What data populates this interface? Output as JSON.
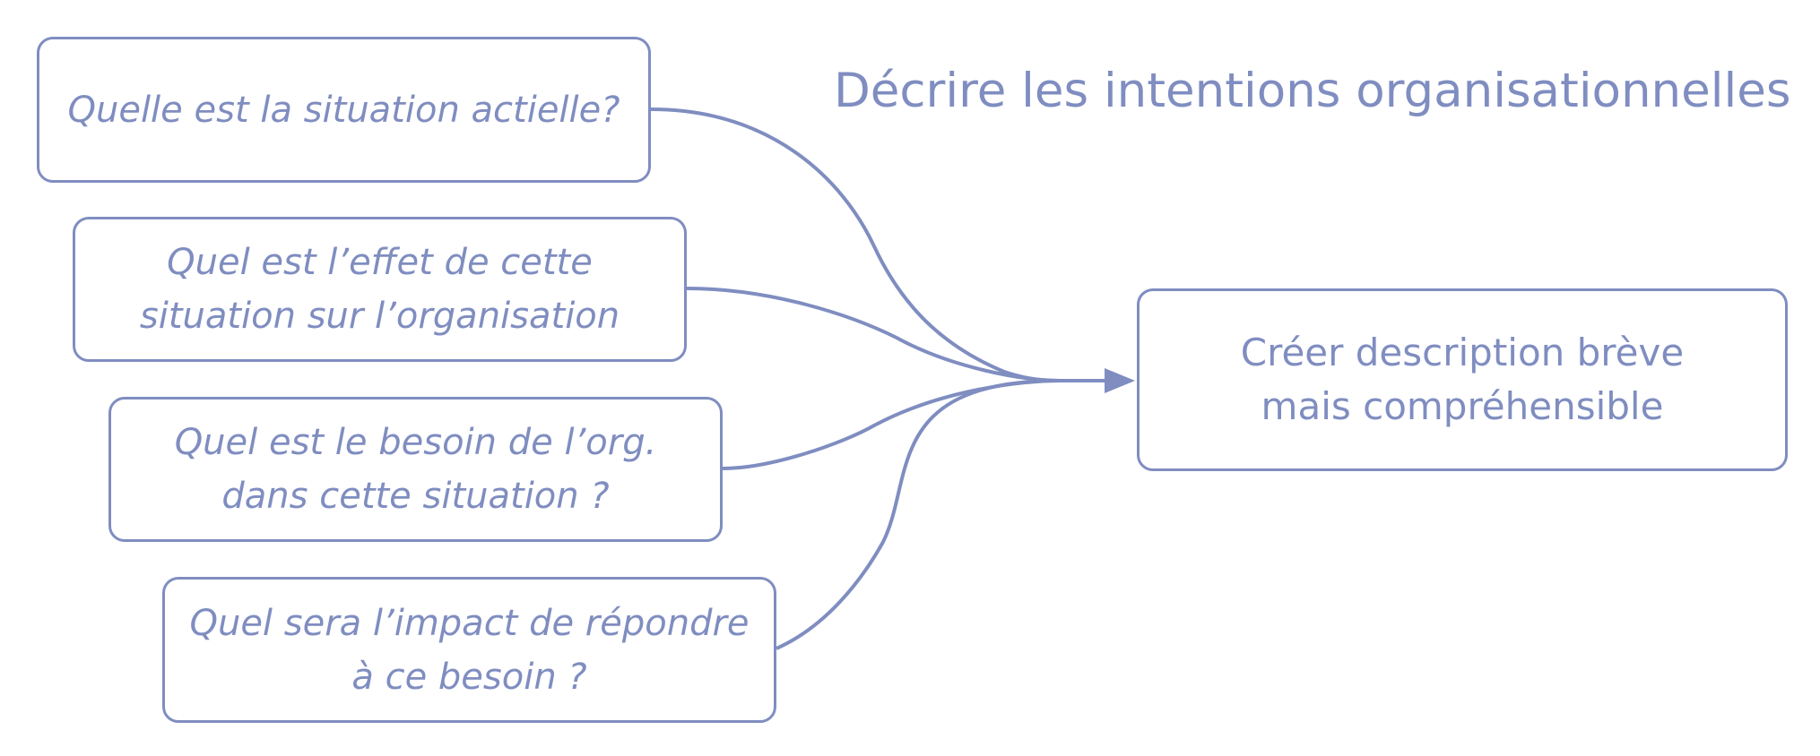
{
  "title": "Décrire les intentions organisationnelles",
  "questions": [
    {
      "label": "Quelle est la situation actielle?"
    },
    {
      "label": "Quel est l’effet de cette situation sur l’organisation"
    },
    {
      "label": "Quel est le besoin de l’org. dans cette situation ?"
    },
    {
      "label": "Quel sera l’impact de répondre à ce besoin ?"
    }
  ],
  "target": {
    "label": "Créer description brève mais compréhensible"
  },
  "colors": {
    "accent": "#7f8dc0",
    "background": "#ffffff"
  }
}
